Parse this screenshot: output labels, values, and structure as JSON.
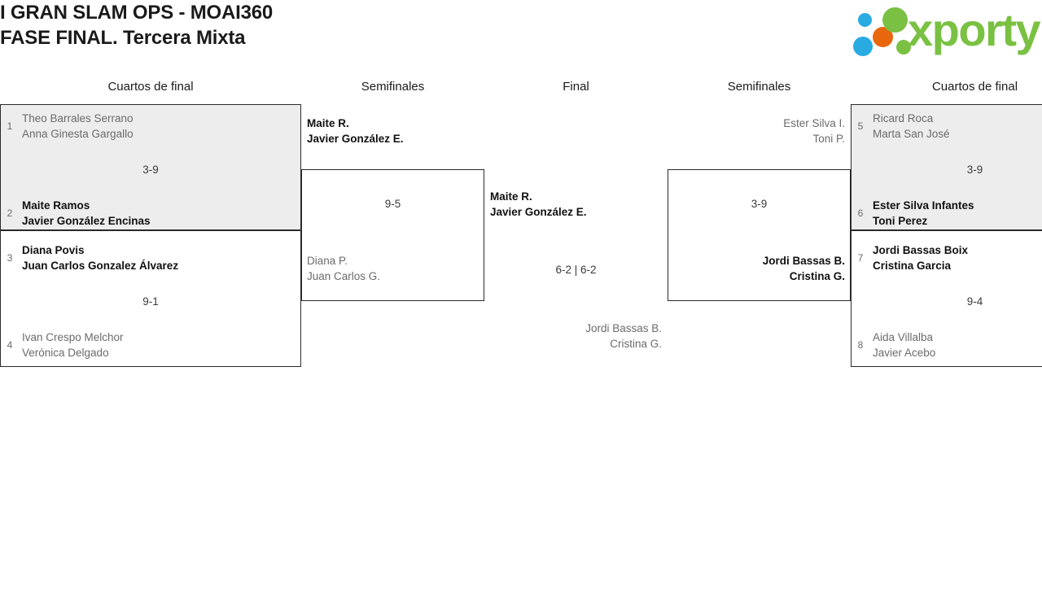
{
  "header": {
    "title_line1": "I GRAN SLAM OPS - MOAI360",
    "title_line2": "FASE FINAL. Tercera Mixta",
    "logo_text": "xporty",
    "logo_colors": {
      "green": "#7ac143",
      "blue": "#29abe2",
      "orange": "#e8670c"
    }
  },
  "rounds": [
    {
      "label": "Cuartos de final"
    },
    {
      "label": "Semifinales"
    },
    {
      "label": "Final"
    },
    {
      "label": "Semifinales"
    },
    {
      "label": "Cuartos de final"
    }
  ],
  "bracket": {
    "left_quarterfinals": [
      {
        "score": "3-9",
        "top": {
          "seed": "1",
          "player1": "Theo Barrales Serrano",
          "player2": "Anna Ginesta Gargallo",
          "winner": false
        },
        "bottom": {
          "seed": "2",
          "player1": "Maite Ramos",
          "player2": "Javier González Encinas",
          "winner": true
        }
      },
      {
        "score": "9-1",
        "top": {
          "seed": "3",
          "player1": "Diana Povis",
          "player2": "Juan Carlos Gonzalez Álvarez",
          "winner": true
        },
        "bottom": {
          "seed": "4",
          "player1": "Ivan Crespo Melchor",
          "player2": "Verónica Delgado",
          "winner": false
        }
      }
    ],
    "left_semifinal": {
      "score": "9-5",
      "top": {
        "player1": "Maite R.",
        "player2": "Javier González E.",
        "winner": true
      },
      "bottom": {
        "player1": "Diana P.",
        "player2": "Juan Carlos G.",
        "winner": false
      }
    },
    "final": {
      "score": "6-2 | 6-2",
      "top": {
        "player1": "Maite R.",
        "player2": "Javier González E.",
        "winner": true
      },
      "bottom": {
        "player1": "Jordi Bassas B.",
        "player2": "Cristina G.",
        "winner": false
      }
    },
    "right_semifinal": {
      "score": "3-9",
      "top": {
        "player1": "Ester Silva I.",
        "player2": "Toni P.",
        "winner": false
      },
      "bottom": {
        "player1": "Jordi Bassas B.",
        "player2": "Cristina G.",
        "winner": true
      }
    },
    "right_quarterfinals": [
      {
        "score": "3-9",
        "top": {
          "seed": "5",
          "player1": "Ricard Roca",
          "player2": "Marta San José",
          "winner": false
        },
        "bottom": {
          "seed": "6",
          "player1": "Ester Silva Infantes",
          "player2": "Toni Perez",
          "winner": true
        }
      },
      {
        "score": "9-4",
        "top": {
          "seed": "7",
          "player1": "Jordi Bassas Boix",
          "player2": "Cristina Garcia",
          "winner": true
        },
        "bottom": {
          "seed": "8",
          "player1": "Aida Villalba",
          "player2": "Javier Acebo",
          "winner": false
        }
      }
    ]
  }
}
